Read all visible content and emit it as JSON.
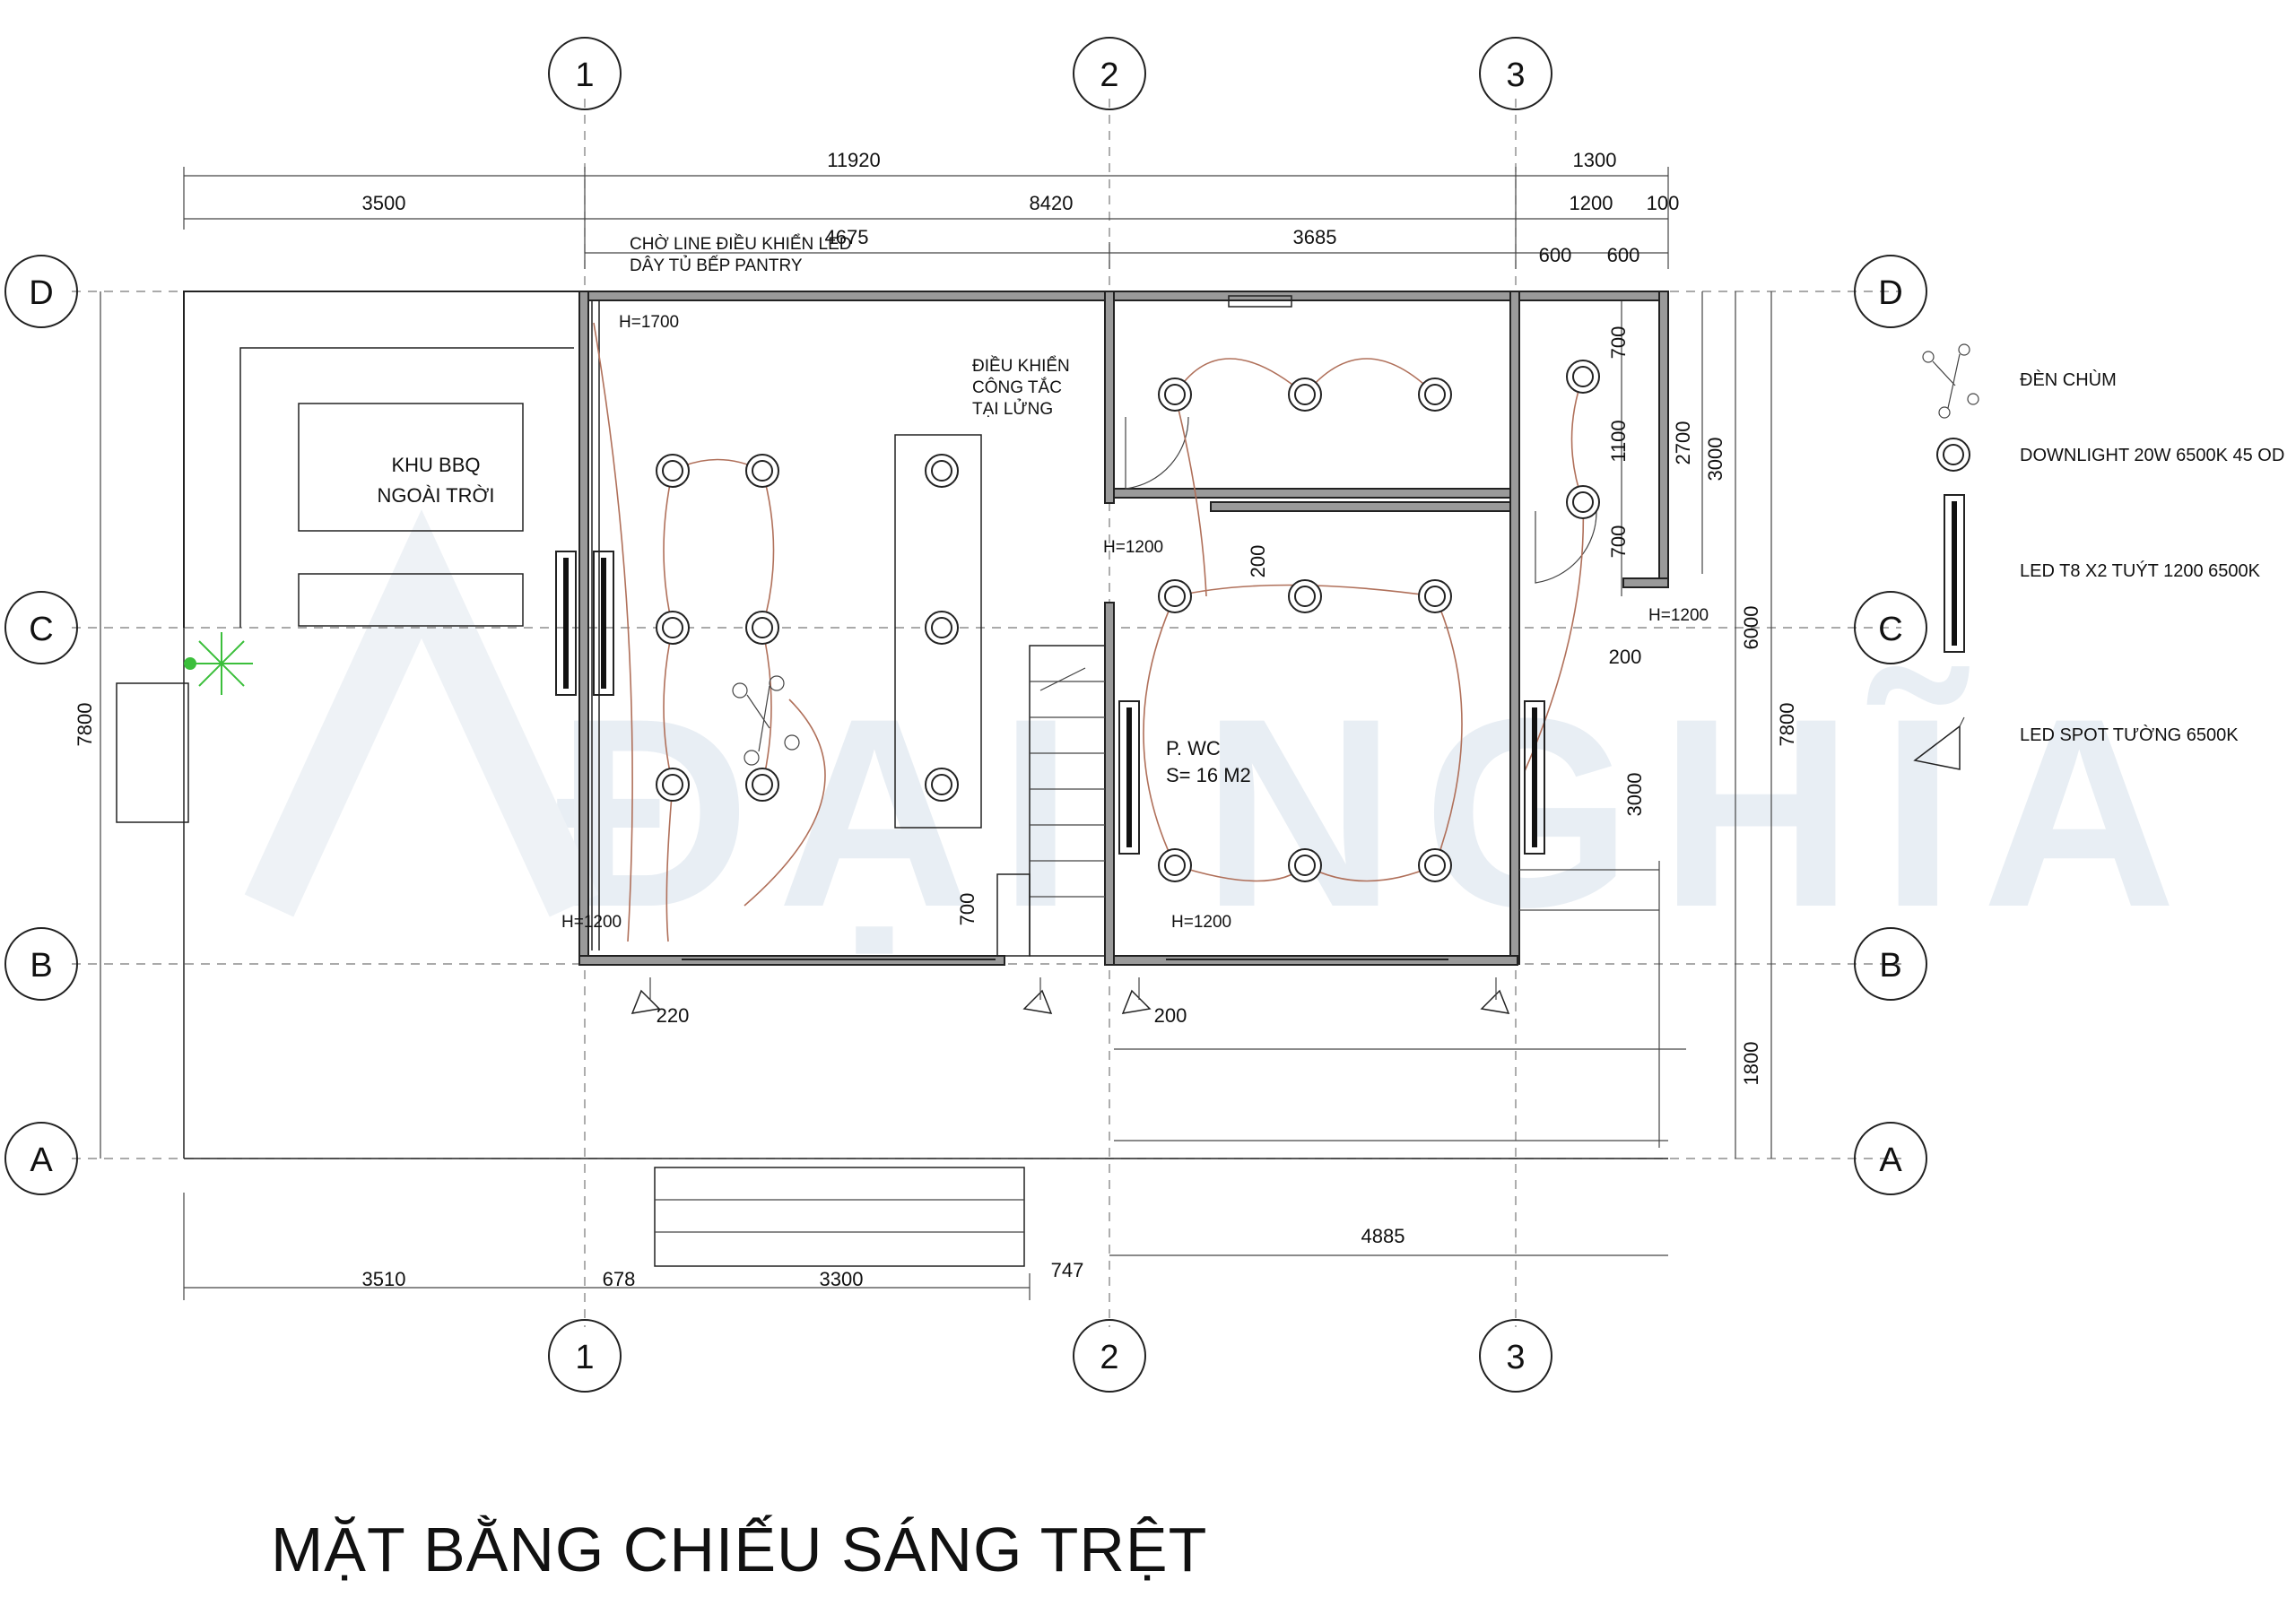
{
  "title": "MẶT BẰNG CHIẾU SÁNG  TRỆT",
  "watermark": "ĐẠI NGHĨA",
  "grid_axes_vertical": [
    "1",
    "2",
    "3"
  ],
  "grid_axes_horizontal": [
    "D",
    "C",
    "B",
    "A"
  ],
  "dimensions": {
    "top_total": "11920",
    "top_right_total": "1300",
    "top_left": "3500",
    "top_mid": "8420",
    "top_right_a": "1200",
    "top_right_b": "100",
    "top_sub_a": "4675",
    "top_sub_b": "3685",
    "top_sub_c": "600",
    "top_sub_d": "600",
    "left_total": "7800",
    "right_total": "7800",
    "right_6000": "6000",
    "right_3000a": "3000",
    "right_3000b": "3000",
    "right_2700": "2700",
    "right_1800": "1800",
    "wc_700a": "700",
    "wc_1100": "1100",
    "wc_700b": "700",
    "bot_3510": "3510",
    "bot_678": "678",
    "bot_3300": "3300",
    "bot_747": "747",
    "bot_4885": "4885",
    "d_200a": "200",
    "d_200b": "200",
    "d_200c": "200",
    "d_220": "220",
    "d_700": "700"
  },
  "notes": {
    "line_note_1": "CHỜ LINE ĐIỀU KHIỂN LED",
    "line_note_2": "DÂY TỦ BẾP PANTRY",
    "h1700": "H=1700",
    "h1200a": "H=1200",
    "h1200b": "H=1200",
    "h1200c": "H=1200",
    "h1200d": "H=1200",
    "ctrl_1": "ĐIỀU KHIỂN",
    "ctrl_2": "CÔNG TẮC",
    "ctrl_3": "TẠI LỬNG"
  },
  "rooms": {
    "bbq_1": "KHU BBQ",
    "bbq_2": "NGOÀI TRỜI",
    "wc_1": "P. WC",
    "wc_2": "S= 16 M2"
  },
  "legend": [
    {
      "icon": "chandelier-icon",
      "label": "ĐÈN CHÙM"
    },
    {
      "icon": "downlight-icon",
      "label": "DOWNLIGHT 20W 6500K 45 OD"
    },
    {
      "icon": "led-tube-icon",
      "label": "LED T8 X2  TUÝT 1200 6500K"
    },
    {
      "icon": "wall-spot-icon",
      "label": "LED SPOT TƯỜNG 6500K"
    }
  ],
  "colors": {
    "wire": "#b0705a",
    "plant": "#3bbf3b",
    "wall": "#9a9a9a"
  }
}
